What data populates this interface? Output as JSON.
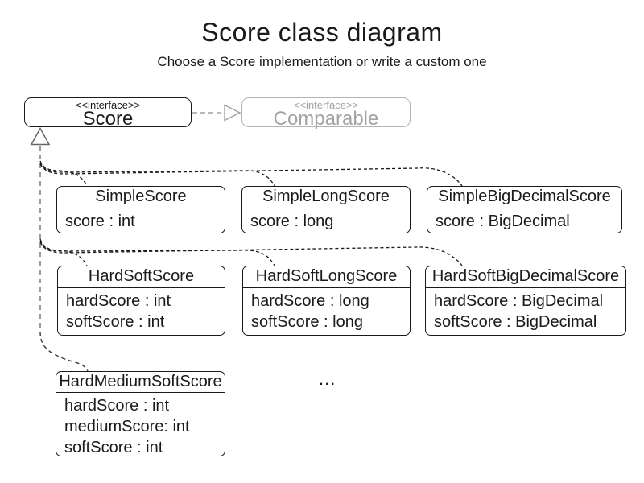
{
  "title": "Score class diagram",
  "subtitle": "Choose a Score implementation or write a custom one",
  "interfaces": {
    "score": {
      "stereotype": "<<interface>>",
      "name": "Score"
    },
    "comparable": {
      "stereotype": "<<interface>>",
      "name": "Comparable"
    }
  },
  "classes": [
    {
      "name": "SimpleScore",
      "attributes": [
        "score : int"
      ]
    },
    {
      "name": "SimpleLongScore",
      "attributes": [
        "score : long"
      ]
    },
    {
      "name": "SimpleBigDecimalScore",
      "attributes": [
        "score : BigDecimal"
      ]
    },
    {
      "name": "HardSoftScore",
      "attributes": [
        "hardScore : int",
        "softScore : int"
      ]
    },
    {
      "name": "HardSoftLongScore",
      "attributes": [
        "hardScore : long",
        "softScore : long"
      ]
    },
    {
      "name": "HardSoftBigDecimalScore",
      "attributes": [
        "hardScore : BigDecimal",
        "softScore : BigDecimal"
      ]
    },
    {
      "name": "HardMediumSoftScore",
      "attributes": [
        "hardScore : int",
        "mediumScore: int",
        "softScore : int"
      ]
    }
  ],
  "ellipsis": "...",
  "colors": {
    "text": "#1a1a1a",
    "muted_border": "#b4b4b4",
    "muted_text": "#a3a3a3",
    "connector_dark": "#1a1a1a",
    "connector_gray": "#808080"
  }
}
